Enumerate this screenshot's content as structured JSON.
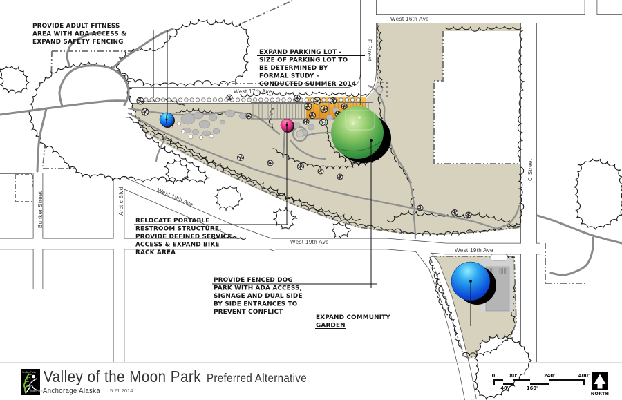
{
  "title_block": {
    "title": "Valley of the Moon Park",
    "subtitle": "Preferred Alternative",
    "location": "Anchorage Alaska",
    "date": "5.21.2014",
    "logo": {
      "background": "#000000",
      "accent_green": "#7dc242",
      "lines": [
        "Healthy Parks",
        "Healthy People"
      ]
    }
  },
  "annotations": {
    "fitness": {
      "lines": [
        "PROVIDE ADULT FITNESS",
        "AREA WITH ADA ACCESS &",
        "EXPAND SAFETY FENCING"
      ]
    },
    "parking": {
      "lines": [
        "EXPAND PARKING LOT -",
        "SIZE OF PARKING LOT TO",
        "BE DETERMINED BY",
        "FORMAL STUDY -",
        "CONDUCTED SUMMER 2014"
      ]
    },
    "restroom": {
      "lines": [
        "RELOCATE PORTABLE",
        "RESTROOM STRUCTURE,",
        "PROVIDE DEFINED SERVICE",
        "ACCESS & EXPAND BIKE",
        "RACK AREA"
      ]
    },
    "dog_park": {
      "lines": [
        "PROVIDE FENCED DOG",
        "PARK WITH ADA ACCESS,",
        "SIGNAGE AND DUAL SIDE",
        "BY SIDE ENTRANCES TO",
        "PREVENT CONFLICT"
      ]
    },
    "garden": {
      "lines": [
        "EXPAND COMMUNITY",
        "GARDEN"
      ]
    }
  },
  "streets": {
    "w16": "West 16th  Ave",
    "e": "E Street",
    "w17": "West 17th  Ave",
    "c": "C Street",
    "bunker": "Bunker Street",
    "arctic": "Arctic Blvd",
    "w18": "West 18th  Ave",
    "w19_west": "West 19th  Ave",
    "w19_east": "West 19th Ave"
  },
  "scale_bar": {
    "top_labels": [
      "0'",
      "80'",
      "240'",
      "400'"
    ],
    "bottom_labels": [
      "40'",
      "160'"
    ],
    "north_label": "NORTH"
  },
  "map_markers": {
    "fitness_marker": "blue-sphere",
    "restroom_marker": "magenta-sphere",
    "dog_park_area": "green-dome",
    "garden_marker": "blue-sphere",
    "parking_expansion": "orange-area"
  },
  "colors": {
    "park_tan": "#d6d2bd",
    "street_casing": "#4f4f4f",
    "trail_gray": "#909090",
    "cloud_outline": "#1b1b1b",
    "parcel_line": "#6e6e6e",
    "orange_light": "#fcc453",
    "orange_dark": "#ee9110",
    "dome_light": "#d8eeb0",
    "dome_dark": "#1d6c2e",
    "blue_light": "#66dcff",
    "blue_dark": "#0a2ba6",
    "magenta_light": "#ff8fc0",
    "magenta_dark": "#9c0d52"
  }
}
